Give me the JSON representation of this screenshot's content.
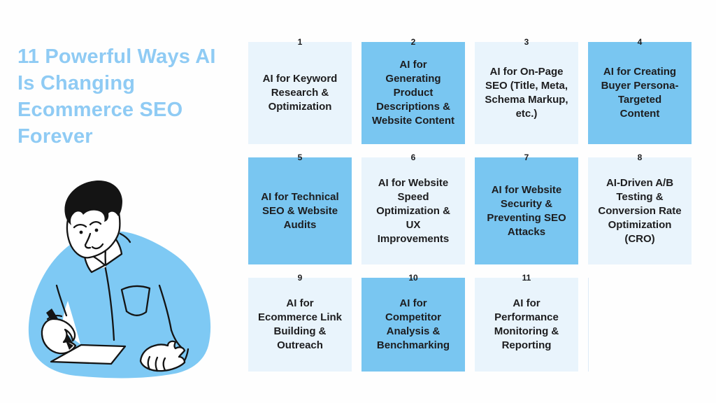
{
  "title": {
    "text": "11 Powerful Ways AI Is Changing Ecommerce SEO Forever"
  },
  "colors": {
    "page_bg": "#FEFEFE",
    "title_text": "#8FCBF4",
    "card_light_bg": "#E9F4FC",
    "card_light_badge": "#D6EAF8",
    "card_blue_bg": "#79C6F1",
    "card_text": "#1D1D1F",
    "illustration_shirt": "#7EC9F4",
    "illustration_line": "#141414"
  },
  "illustration": {
    "name": "person-writing-with-pen-on-paper"
  },
  "cards": [
    {
      "number": "1",
      "label": "AI for Keyword Research & Optimization",
      "variant": "light"
    },
    {
      "number": "2",
      "label": "AI for Generating Product Descriptions & Website Content",
      "variant": "blue"
    },
    {
      "number": "3",
      "label": "AI for On-Page SEO (Title, Meta, Schema Markup, etc.)",
      "variant": "light"
    },
    {
      "number": "4",
      "label": "AI for Creating Buyer Persona-Targeted Content",
      "variant": "blue"
    },
    {
      "number": "5",
      "label": "AI for Technical SEO & Website Audits",
      "variant": "blue"
    },
    {
      "number": "6",
      "label": "AI for Website Speed Optimization & UX Improvements",
      "variant": "light"
    },
    {
      "number": "7",
      "label": "AI for Website Security & Preventing SEO Attacks",
      "variant": "blue"
    },
    {
      "number": "8",
      "label": "AI-Driven A/B Testing & Conversion Rate Optimization (CRO)",
      "variant": "light"
    },
    {
      "number": "9",
      "label": "AI for Ecommerce Link Building & Outreach",
      "variant": "light"
    },
    {
      "number": "10",
      "label": "AI for Competitor Analysis & Benchmarking",
      "variant": "blue"
    },
    {
      "number": "11",
      "label": "AI for Performance Monitoring & Reporting",
      "variant": "light"
    }
  ]
}
